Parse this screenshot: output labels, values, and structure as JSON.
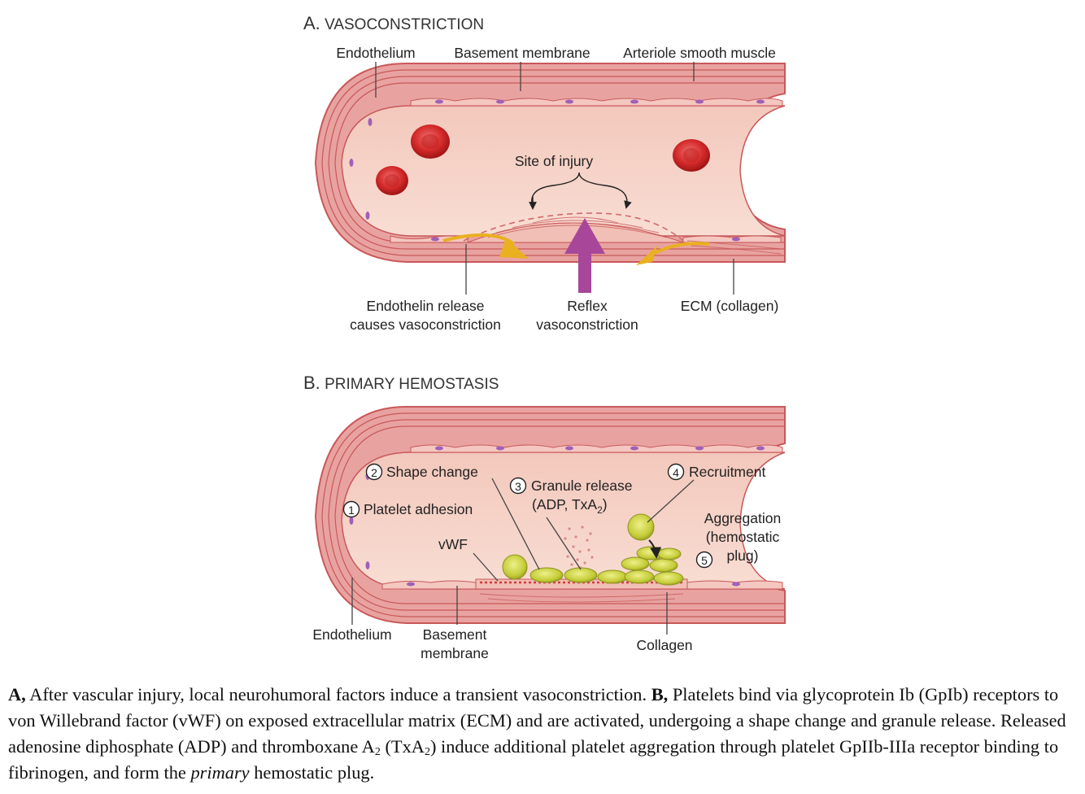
{
  "panel_a": {
    "title_letter": "A.",
    "title_text": "VASOCONSTRICTION",
    "labels": {
      "endothelium": "Endothelium",
      "basement_membrane": "Basement membrane",
      "smooth_muscle": "Arteriole smooth muscle",
      "site_of_injury": "Site of injury",
      "endothelin_line1": "Endothelin release",
      "endothelin_line2": "causes vasoconstriction",
      "reflex_line1": "Reflex",
      "reflex_line2": "vasoconstriction",
      "ecm": "ECM (collagen)"
    }
  },
  "panel_b": {
    "title_letter": "B.",
    "title_text": "PRIMARY HEMOSTASIS",
    "labels": {
      "shape_change": "Shape change",
      "platelet_adhesion": "Platelet adhesion",
      "granule_release_line1": "Granule release",
      "granule_release_line2": "(ADP, TxA",
      "granule_release_sub": "2",
      "granule_release_close": ")",
      "recruitment": "Recruitment",
      "aggregation_line1": "Aggregation",
      "aggregation_line2": "(hemostatic",
      "aggregation_line3": "plug)",
      "vwf": "vWF",
      "endothelium": "Endothelium",
      "basement_line1": "Basement",
      "basement_line2": "membrane",
      "collagen": "Collagen"
    },
    "steps": {
      "one": "1",
      "two": "2",
      "three": "3",
      "four": "4",
      "five": "5"
    }
  },
  "caption": {
    "a_label": "A,",
    "a_text": " After vascular injury, local neurohumoral factors induce a transient vasoconstriction.  ",
    "b_label": "B,",
    "b_text_1": " Platelets bind via glycoprotein Ib (GpIb) receptors to von Willebrand factor (vWF) on exposed extracellular matrix (ECM) and are activated, undergoing a shape change and granule release. Released adenosine diphosphate (ADP) and thromboxane A",
    "sub_1": "2",
    "b_text_2": " (TxA",
    "sub_2": "2",
    "b_text_3": ") induce additional platelet aggregation through platelet GpIIb-IIIa receptor binding to fibrinogen, and form the ",
    "italic_word": "primary",
    "b_text_4": "  hemostatic plug."
  },
  "colors": {
    "vessel_wall": "#e8a3a0",
    "wall_stroke": "#c9585a",
    "lumen": "#f6d3c8",
    "red_cell": "#d42a2a",
    "platelet": "#c8cf3a",
    "endothelin_arrow": "#e9b020",
    "reflex_arrow": "#a8479a"
  }
}
